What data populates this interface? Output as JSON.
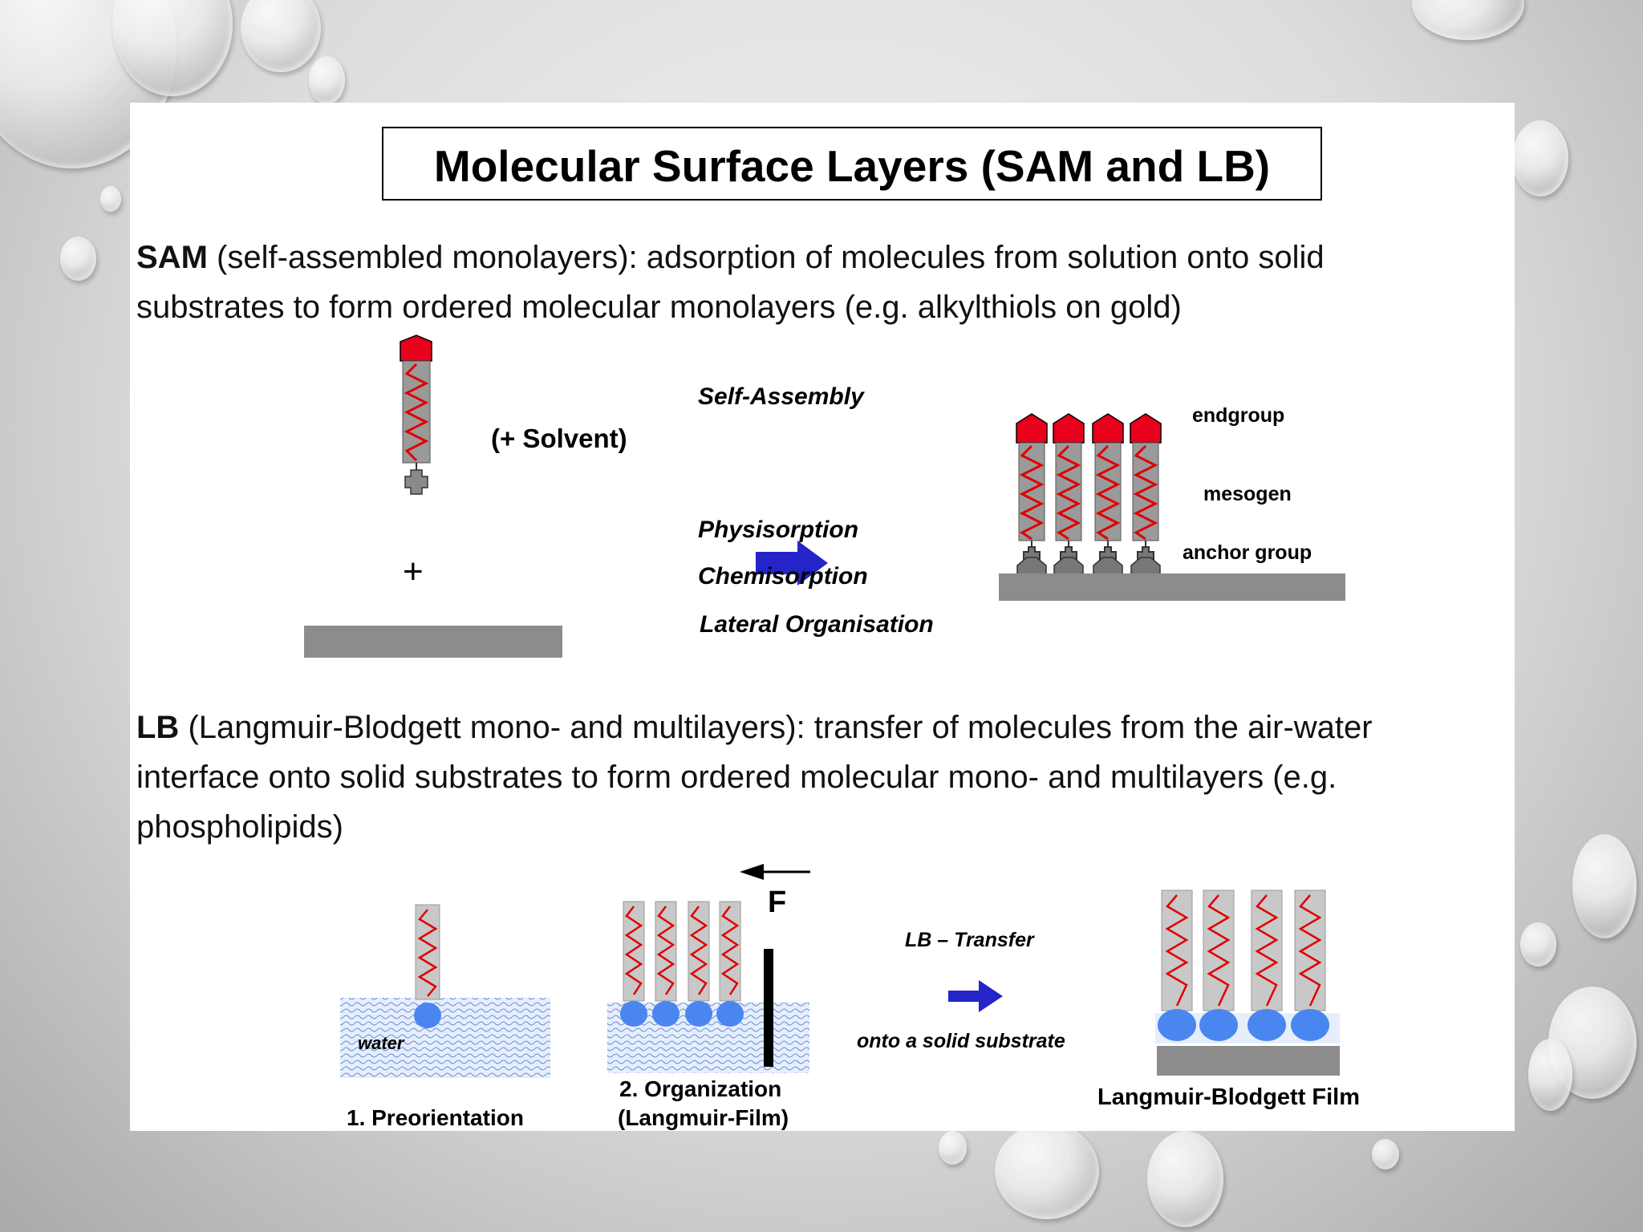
{
  "title": "Molecular Surface Layers (SAM and LB)",
  "sam": {
    "term": "SAM",
    "text_line1": " (self-assembled monolayers):  adsorption of molecules from solution onto solid",
    "text_line2": "substrates to form ordered molecular monolayers (e.g. alkylthiols on gold)",
    "solvent_label": "(+ Solvent)",
    "plus_sign": "+",
    "self_assembly": "Self-Assembly",
    "physisorption": "Physisorption",
    "chemisorption": "Chemisorption",
    "lateral": "Lateral Organisation",
    "endgroup": "endgroup",
    "mesogen": "mesogen",
    "anchor": "anchor group"
  },
  "lb": {
    "term": "LB",
    "text_line1": " (Langmuir-Blodgett mono- and multilayers):  transfer of molecules from the air-water",
    "text_line2": "interface onto solid substrates to form ordered molecular mono- and multilayers (e.g.",
    "text_line3": "phospholipids)",
    "water": "water",
    "step1": "1. Preorientation",
    "step2_line1": "2. Organization",
    "step2_line2": "(Langmuir-Film)",
    "force": "F",
    "transfer": "LB – Transfer",
    "onto": "onto a solid substrate",
    "film": "Langmuir-Blodgett Film"
  },
  "colors": {
    "endgroup_red": "#e8001c",
    "chain_gray": "#9a9a9a",
    "zigzag_red": "#e00000",
    "substrate_gray": "#8c8c8c",
    "arrow_blue": "#2424c8",
    "head_blue": "#4a86f0"
  }
}
